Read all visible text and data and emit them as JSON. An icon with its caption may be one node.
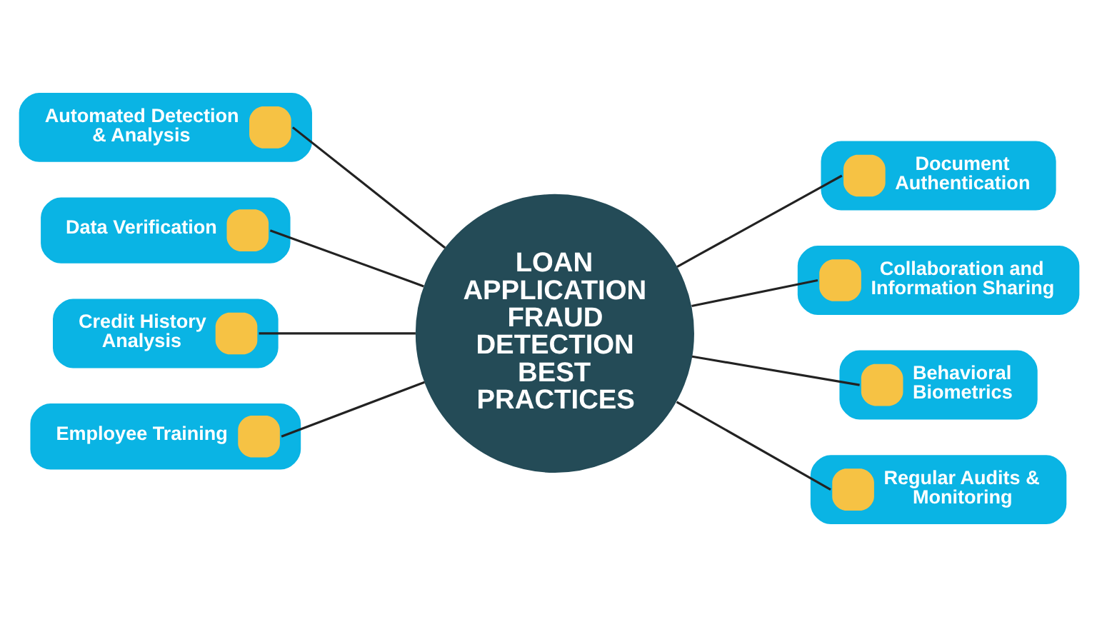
{
  "diagram": {
    "nodes": [
      {
        "text": [
          "LOAN APPLICATION FRAUD DETECTION BEST PRACTICES"
        ]
      },
      {
        "text": [
          "Automated Detection & Analysis"
        ]
      },
      {
        "text": [
          "Document Authentication"
        ]
      },
      {
        "text": [
          "Data Verification"
        ]
      },
      {
        "text": [
          "Collaboration and Information Sharing"
        ]
      },
      {
        "text": [
          "Credit History Analysis"
        ]
      },
      {
        "text": [
          "Behavioral Biometrics"
        ]
      },
      {
        "text": [
          "Employee Training"
        ]
      },
      {
        "text": [
          "Regular Audits & Monitoring"
        ]
      }
    ],
    "edges": [
      {
        "from": 0,
        "to": 1,
        "arrow": "none"
      },
      {
        "from": 0,
        "to": 3,
        "arrow": "none"
      },
      {
        "from": 0,
        "to": 5,
        "arrow": "none"
      },
      {
        "from": 0,
        "to": 7,
        "arrow": "none"
      },
      {
        "from": 0,
        "to": 2,
        "arrow": "none"
      },
      {
        "from": 0,
        "to": 4,
        "arrow": "none"
      },
      {
        "from": 0,
        "to": 6,
        "arrow": "none"
      },
      {
        "from": 0,
        "to": 8,
        "arrow": "none"
      }
    ]
  }
}
